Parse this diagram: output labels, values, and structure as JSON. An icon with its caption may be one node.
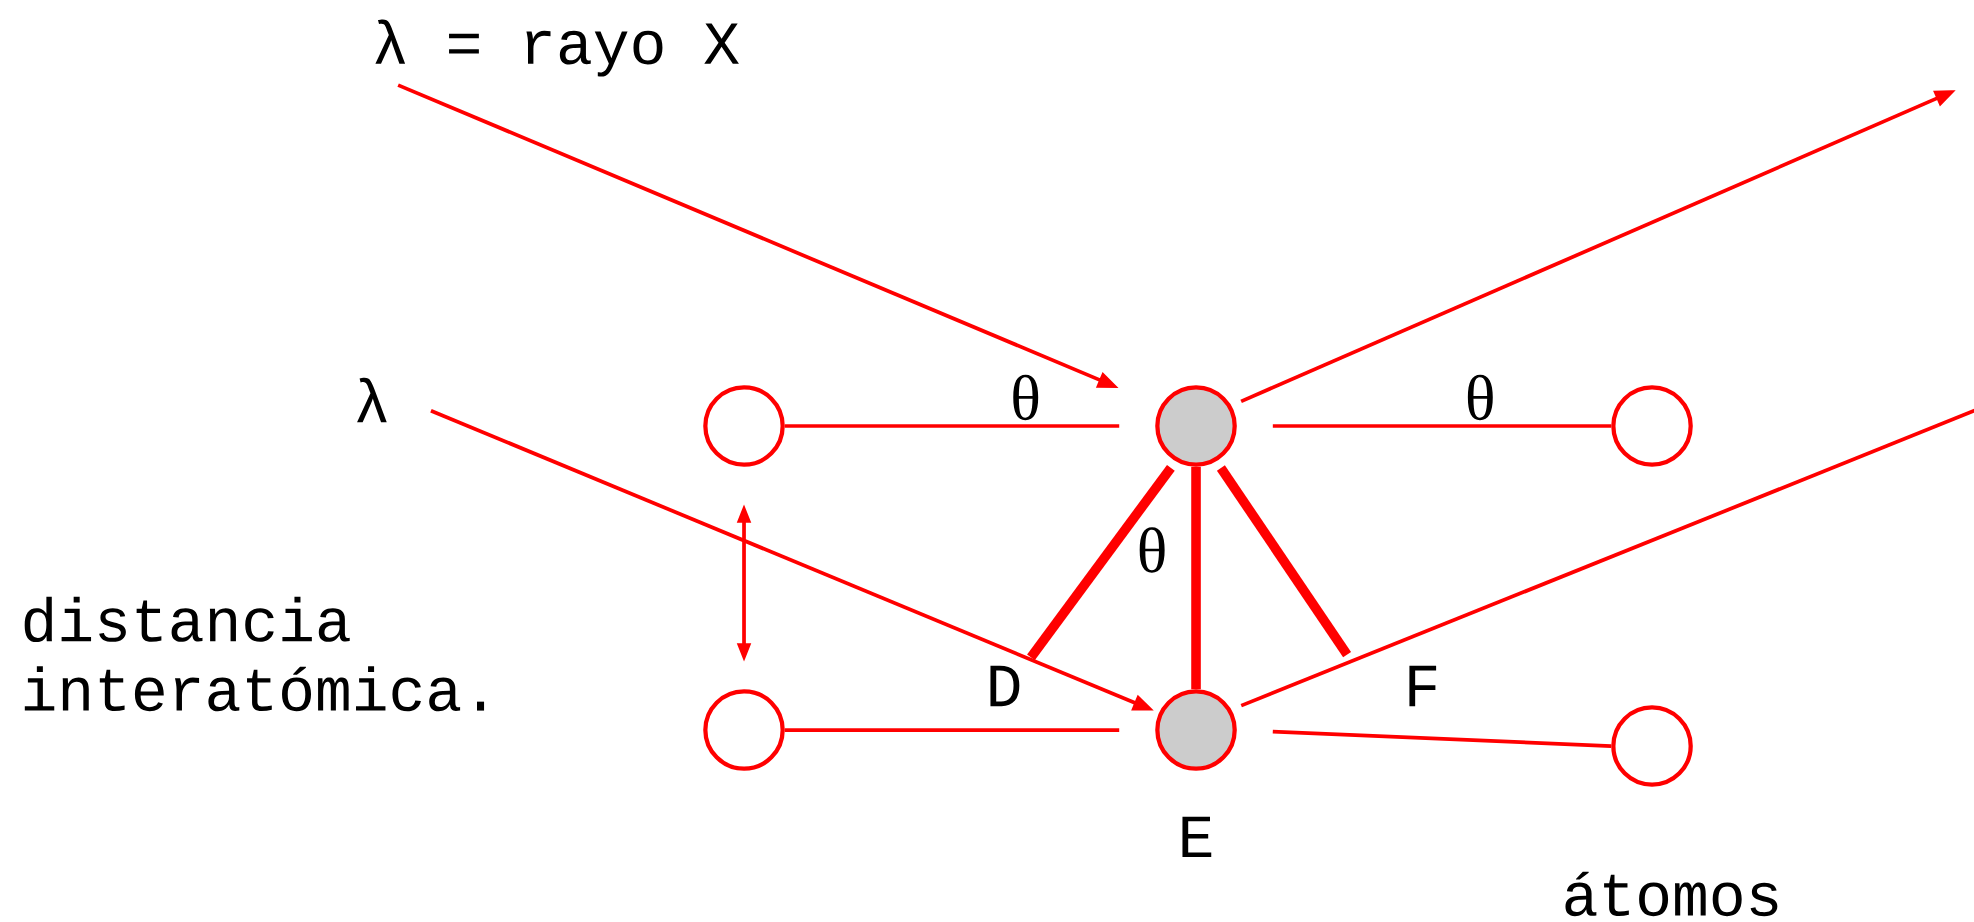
{
  "diagram": {
    "nodes": [
      {
        "text": [
          "λ = rayo X"
        ]
      },
      {
        "text": [
          "λ"
        ]
      },
      {
        "text": [],
        "shape": "circle"
      },
      {
        "text": [],
        "shape": "circle"
      },
      {
        "text": [],
        "shape": "circle"
      },
      {
        "text": [],
        "shape": "circle"
      },
      {
        "text": [],
        "shape": "circle",
        "beside": [
          "E"
        ]
      },
      {
        "text": [],
        "shape": "circle"
      },
      {
        "text": [
          "D"
        ]
      },
      {
        "text": [
          "F"
        ]
      }
    ],
    "edges": [
      {
        "from": 0,
        "to": 3,
        "arrow": "to"
      },
      {
        "from": 1,
        "to": 6,
        "arrow": "to"
      },
      {
        "from": 3,
        "to": null,
        "arrow": "to"
      },
      {
        "from": 6,
        "to": null,
        "arrow": "none"
      },
      {
        "from": 2,
        "to": 3,
        "arrow": "none",
        "label": "θ"
      },
      {
        "from": 3,
        "to": 4,
        "arrow": "none",
        "label": "θ"
      },
      {
        "from": 5,
        "to": 6,
        "arrow": "none"
      },
      {
        "from": 6,
        "to": 7,
        "arrow": "none"
      },
      {
        "from": 3,
        "to": 6,
        "arrow": "none",
        "style": "thick"
      },
      {
        "from": 3,
        "to": 8,
        "arrow": "none",
        "style": "thick"
      },
      {
        "from": 3,
        "to": 9,
        "arrow": "none",
        "style": "thick"
      }
    ],
    "labels": [
      "θ",
      "distancia interatómica.",
      "átomos"
    ]
  }
}
